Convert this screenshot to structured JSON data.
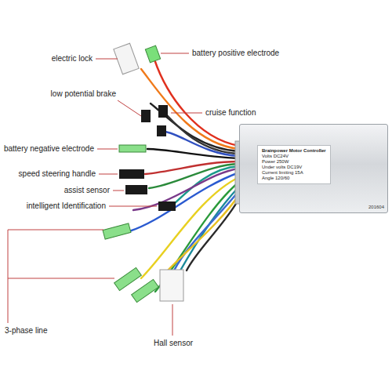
{
  "diagram": {
    "nodes": [
      {
        "text": [
          "201604"
        ]
      },
      {
        "text": [
          "Brainpower Motor Controller",
          "Volts DC24V",
          "Power 250W",
          "Under volts DC19V",
          "Current limiting 15A",
          "Angle 120/60"
        ],
        "in": 0
      }
    ],
    "labels": [
      "electric lock",
      "battery positive electrode",
      "low potential brake",
      "cruise function",
      "battery negative electrode",
      "speed steering handle",
      "assist sensor",
      "intelligent Identification",
      "3-phase line",
      "Hall sensor"
    ]
  }
}
